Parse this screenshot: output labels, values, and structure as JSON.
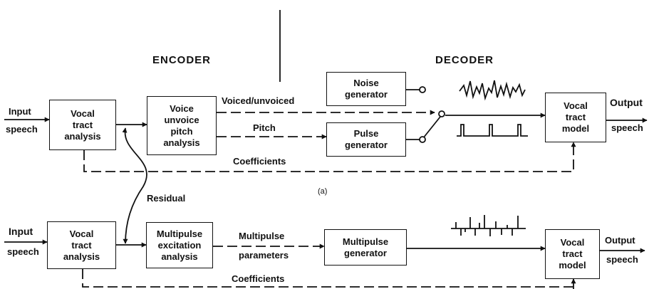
{
  "headers": {
    "encoder": "ENCODER",
    "decoder": "DECODER"
  },
  "panel_a": {
    "boxes": {
      "vocal_tract_analysis": [
        "Vocal",
        "tract",
        "analysis"
      ],
      "voice_unvoice_pitch_analysis": [
        "Voice",
        "unvoice",
        "pitch",
        "analysis"
      ],
      "noise_generator": [
        "Noise",
        "generator"
      ],
      "pulse_generator": [
        "Pulse",
        "generator"
      ],
      "vocal_tract_model": [
        "Vocal",
        "tract",
        "model"
      ]
    },
    "labels": {
      "input": "Input",
      "input_speech": "speech",
      "output": "Output",
      "output_speech": "speech",
      "voiced_unvoiced": "Voiced/unvoiced",
      "pitch": "Pitch",
      "coefficients": "Coefficients",
      "caption": "(a)"
    }
  },
  "residual_label": "Residual",
  "panel_b": {
    "boxes": {
      "vocal_tract_analysis": [
        "Vocal",
        "tract",
        "analysis"
      ],
      "multipulse_excitation_analysis": [
        "Multipulse",
        "excitation",
        "analysis"
      ],
      "multipulse_generator": [
        "Multipulse",
        "generator"
      ],
      "vocal_tract_model": [
        "Vocal",
        "tract",
        "model"
      ]
    },
    "labels": {
      "input": "Input",
      "input_speech": "speech",
      "output": "Output",
      "output_speech": "speech",
      "multipulse_parameters_top": "Multipulse",
      "multipulse_parameters_bottom": "parameters",
      "coefficients": "Coefficients"
    }
  }
}
